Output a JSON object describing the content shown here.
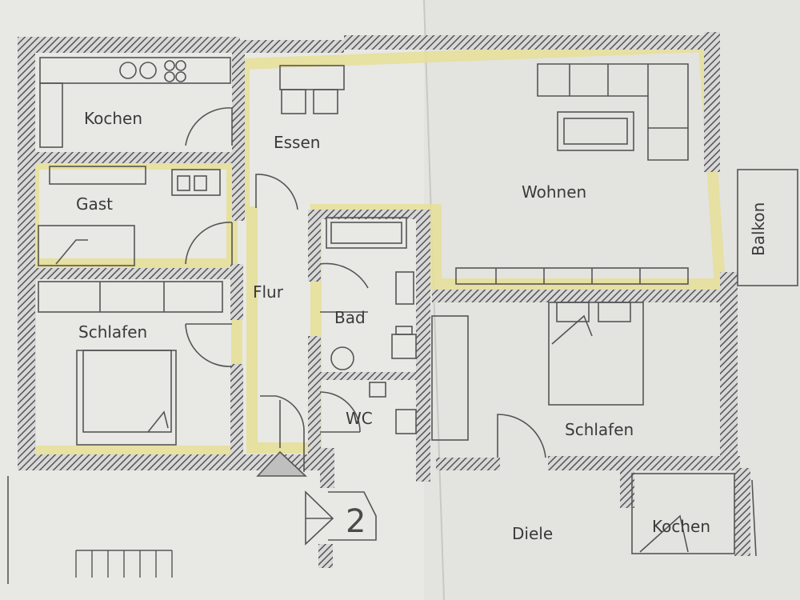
{
  "rooms": {
    "kochen_top": "Kochen",
    "essen": "Essen",
    "wohnen": "Wohnen",
    "gast": "Gast",
    "flur": "Flur",
    "bad": "Bad",
    "schlafen_left": "Schlafen",
    "wc": "WC",
    "schlafen_right": "Schlafen",
    "balkon": "Balkon",
    "diele": "Diele",
    "kochen_bottom": "Kochen"
  },
  "stair_number": "2",
  "colors": {
    "paper": "#e9e9e6",
    "paper_shadow": "#d9d9d6",
    "wall": "#666666",
    "highlight": "#e6df96",
    "line": "#555555"
  }
}
